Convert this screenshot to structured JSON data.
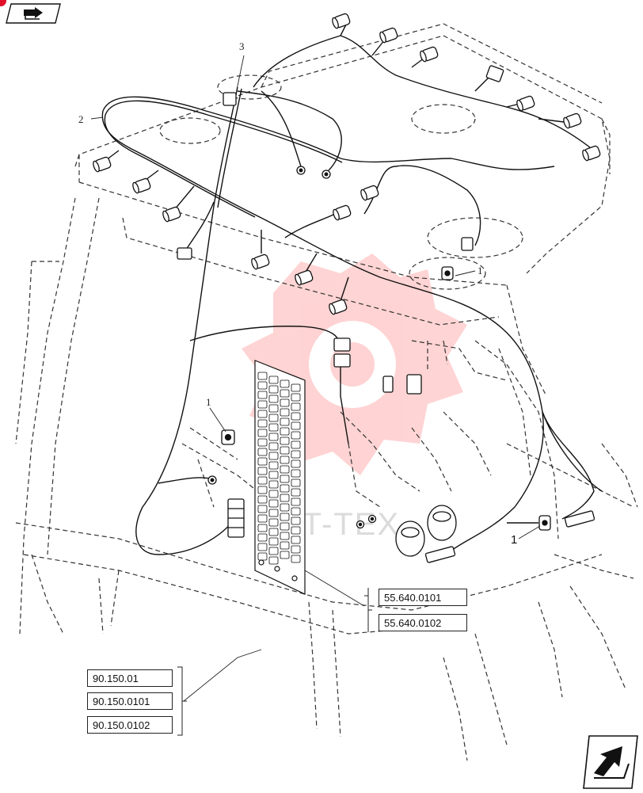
{
  "navigation": {
    "top_icon": "back-arrow-icon",
    "bottom_icon": "next-arrow-icon"
  },
  "callouts": {
    "item_1_upper": "1",
    "item_1_left": "1",
    "item_1_lower": "1",
    "item_2": "2",
    "item_3": "3"
  },
  "reference_groups": {
    "right": [
      "55.640.0101",
      "55.640.0102"
    ],
    "left": [
      "90.150.01",
      "90.150.0101",
      "90.150.0102"
    ]
  },
  "watermark": {
    "text": "KIT-TEX",
    "color": "#ff3b3b"
  },
  "colors": {
    "line": "#111111",
    "dashed": "#333333",
    "accent": "#e0102a"
  }
}
